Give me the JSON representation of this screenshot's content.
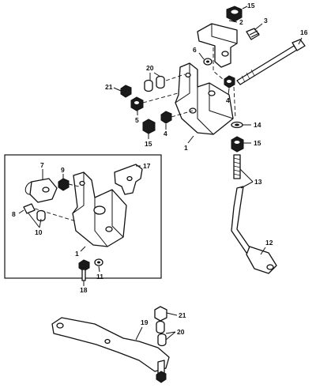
{
  "callouts": {
    "c1a": "1",
    "c1b": "1",
    "c2": "2",
    "c3": "3",
    "c4a": "4",
    "c4b": "4",
    "c5": "5",
    "c6": "6",
    "c7": "7",
    "c8": "8",
    "c9": "9",
    "c10": "10",
    "c11": "11",
    "c12": "12",
    "c13": "13",
    "c14": "14",
    "c15a": "15",
    "c15b": "15",
    "c15c": "15",
    "c16": "16",
    "c17": "17",
    "c18": "18",
    "c19": "19",
    "c20a": "20",
    "c20b": "20",
    "c21a": "21",
    "c21b": "21"
  }
}
